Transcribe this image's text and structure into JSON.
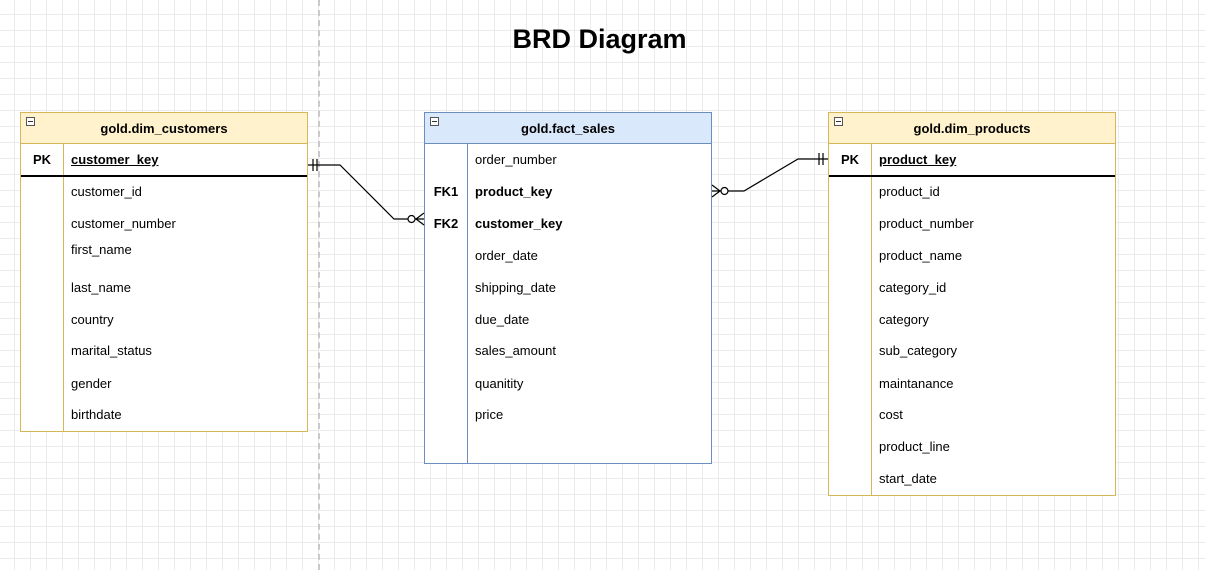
{
  "title": "BRD Diagram",
  "tables": {
    "dim_customers": {
      "name": "gold.dim_customers",
      "pk_label": "PK",
      "pk_field": "customer_key",
      "fields": [
        "customer_id",
        "customer_number",
        "first_name",
        "last_name",
        "country",
        "marital_status",
        "gender",
        "birthdate"
      ]
    },
    "fact_sales": {
      "name": "gold.fact_sales",
      "fields": [
        "order_number",
        "product_key",
        "customer_key",
        "order_date",
        "shipping_date",
        "due_date",
        "sales_amount",
        "quanitity",
        "price"
      ],
      "fk1_label": "FK1",
      "fk2_label": "FK2"
    },
    "dim_products": {
      "name": "gold.dim_products",
      "pk_label": "PK",
      "pk_field": "product_key",
      "fields": [
        "product_id",
        "product_number",
        "product_name",
        "category_id",
        "category",
        "sub_category",
        "maintanance",
        "cost",
        "product_line",
        "start_date"
      ]
    }
  },
  "relationships": [
    {
      "from": "gold.dim_customers.customer_key",
      "to": "gold.fact_sales.customer_key",
      "from_cardinality": "one-and-only-one",
      "to_cardinality": "zero-or-many"
    },
    {
      "from": "gold.dim_products.product_key",
      "to": "gold.fact_sales.product_key",
      "from_cardinality": "one-and-only-one",
      "to_cardinality": "zero-or-many"
    }
  ],
  "colors": {
    "dim_header_fill": "#fff2cc",
    "dim_border": "#d6b656",
    "fact_header_fill": "#dae8fc",
    "fact_border": "#6c8ebf"
  }
}
